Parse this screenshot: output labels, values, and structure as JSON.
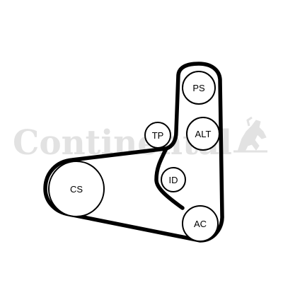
{
  "watermark": {
    "brand": "Continental",
    "color": "#e2e2e2",
    "logo_icon": "horse-icon"
  },
  "pulleys": [
    {
      "id": "PS",
      "label": "PS"
    },
    {
      "id": "TP",
      "label": "TP"
    },
    {
      "id": "ALT",
      "label": "ALT"
    },
    {
      "id": "ID",
      "label": "ID"
    },
    {
      "id": "CS",
      "label": "CS"
    },
    {
      "id": "AC",
      "label": "AC"
    }
  ],
  "colors": {
    "belt": "#000000",
    "pulley_fill": "#ffffff",
    "text": "#000000"
  }
}
